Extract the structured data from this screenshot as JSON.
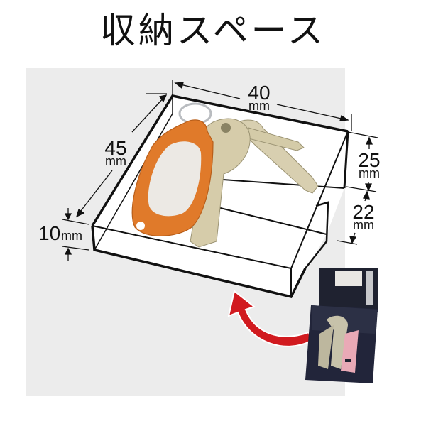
{
  "title": "収納スペース",
  "panel": {
    "background": "#ececec"
  },
  "dimensions": {
    "width": {
      "value": "40",
      "unit": "mm"
    },
    "depth": {
      "value": "45",
      "unit": "mm"
    },
    "base_height": {
      "value": "10",
      "unit": "mm"
    },
    "upper_height": {
      "value": "25",
      "unit": "mm"
    },
    "lower_height": {
      "value": "22",
      "unit": "mm"
    }
  },
  "illustration": {
    "keytag_color": "#e07a2a",
    "arrow_color": "#d11a1f",
    "key_color": "#cfc7a8",
    "case_color": "#1b1e2a",
    "pink_tag_color": "#e9a9b6"
  }
}
